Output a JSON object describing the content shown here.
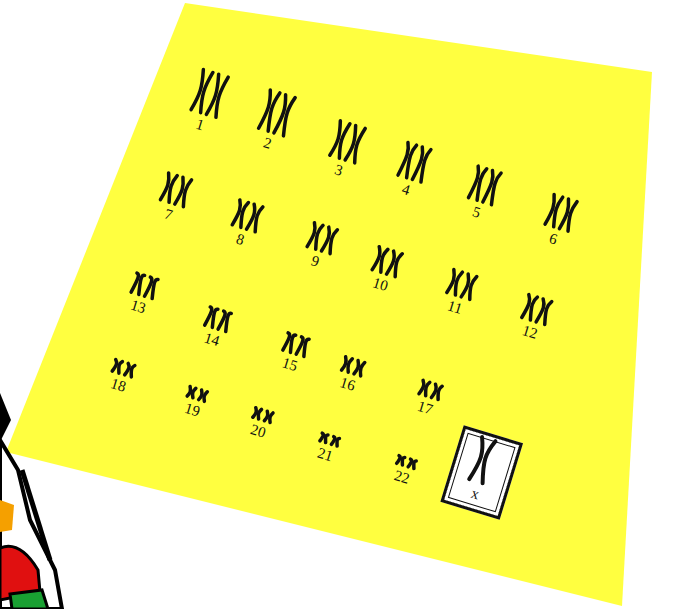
{
  "diagram": {
    "nodes": [
      {
        "text": [
          "x"
        ]
      }
    ],
    "labels": [
      "1",
      "2",
      "3",
      "4",
      "5",
      "6",
      "7",
      "8",
      "9",
      "10",
      "11",
      "12",
      "13",
      "14",
      "15",
      "16",
      "17",
      "18",
      "19",
      "20",
      "21",
      "22"
    ]
  }
}
